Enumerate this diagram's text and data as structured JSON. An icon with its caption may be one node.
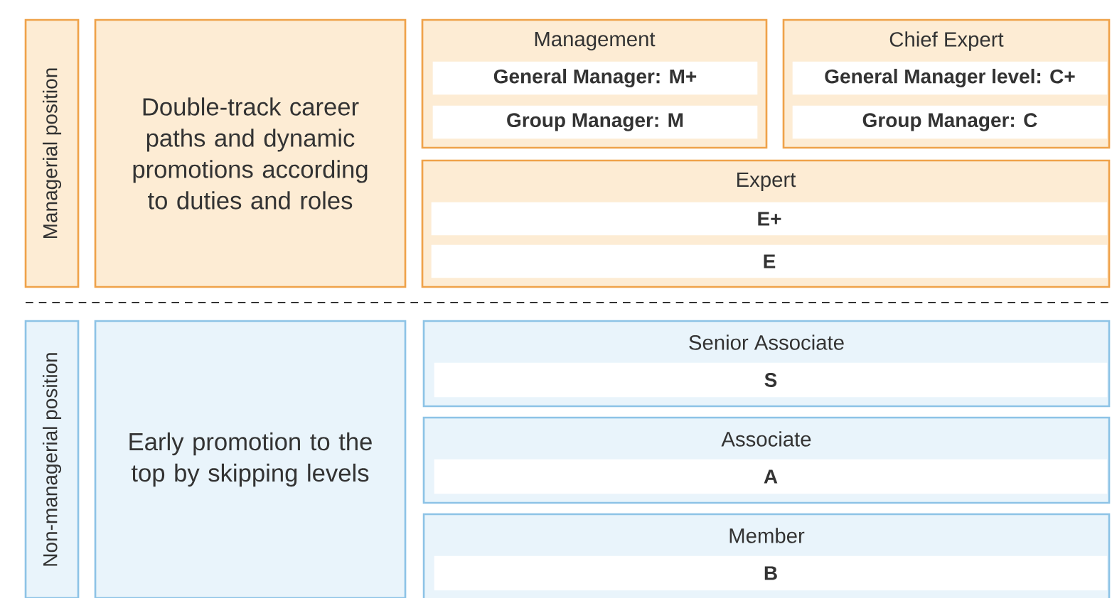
{
  "diagram": {
    "nodes": [
      {
        "text": [
          "Managerial position"
        ]
      },
      {
        "text": [
          "Double-track career paths and dynamic promotions according to duties and roles"
        ]
      },
      {
        "text": [
          "Management"
        ]
      },
      {
        "text": [
          "General Manager: M+"
        ],
        "in": 2
      },
      {
        "text": [
          "Group Manager: M"
        ],
        "in": 2
      },
      {
        "text": [
          "Chief Expert"
        ]
      },
      {
        "text": [
          "General Manager level: C+"
        ],
        "in": 5
      },
      {
        "text": [
          "Group Manager: C"
        ],
        "in": 5
      },
      {
        "text": [
          "Expert"
        ]
      },
      {
        "text": [
          "E+"
        ],
        "in": 8
      },
      {
        "text": [
          "E"
        ],
        "in": 8
      },
      {
        "text": [
          "Non-managerial position"
        ]
      },
      {
        "text": [
          "Early promotion to the top by skipping levels"
        ]
      },
      {
        "text": [
          "Senior Associate"
        ]
      },
      {
        "text": [
          "S"
        ],
        "in": 13
      },
      {
        "text": [
          "Associate"
        ]
      },
      {
        "text": [
          "A"
        ],
        "in": 15
      },
      {
        "text": [
          "Member"
        ]
      },
      {
        "text": [
          "B"
        ],
        "in": 17
      }
    ]
  }
}
